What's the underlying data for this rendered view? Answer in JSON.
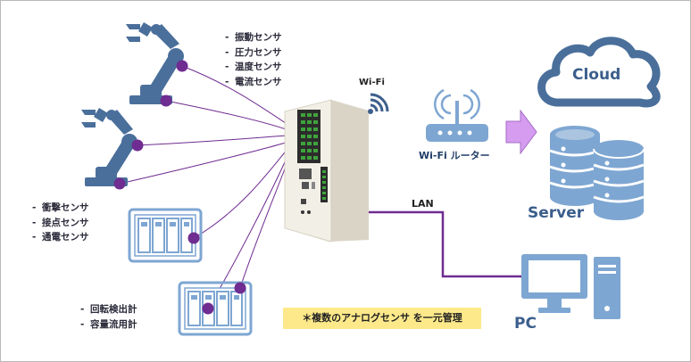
{
  "sensor_groups": {
    "group1": [
      "振動センサ",
      "圧力センサ",
      "温度センサ",
      "電流センサ"
    ],
    "group2": [
      "衝撃センサ",
      "接点センサ",
      "通電センサ"
    ],
    "group3": [
      "回転検出計",
      "容量流用計"
    ]
  },
  "wifi_label": "Wi-Fi",
  "router_label": "Wi-Fi ルーター",
  "lan_label": "LAN",
  "cloud_label": "Cloud",
  "server_label": "Server",
  "pc_label": "PC",
  "note": "＊複数のアナログセンサ を一元管理",
  "colors": {
    "icon_blue": "#4a6f9b",
    "icon_light_blue": "#7ea6d2",
    "purple": "#6f2c91",
    "arrow_violet": "#d59cf0",
    "note_bg": "#fde98a"
  }
}
